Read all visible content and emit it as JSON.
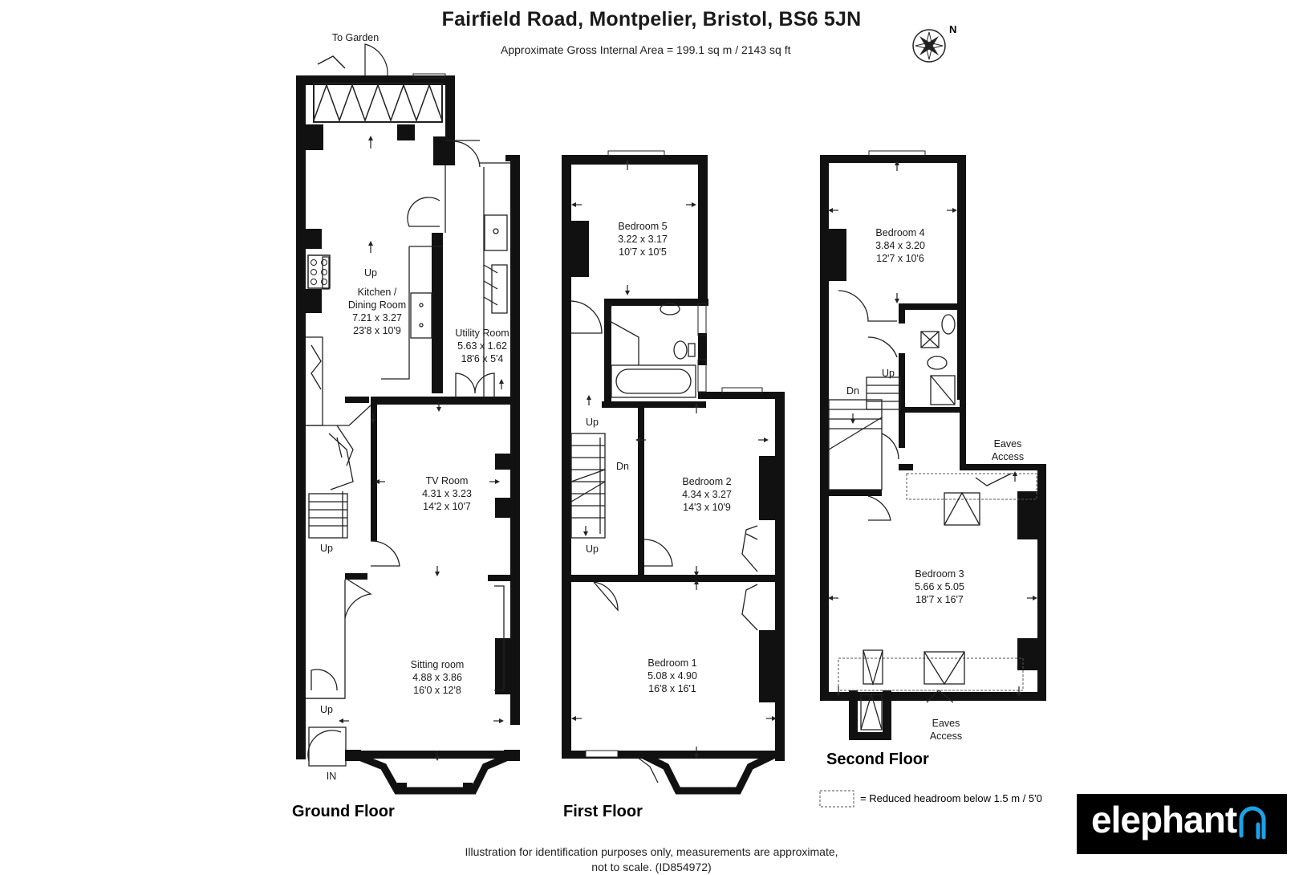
{
  "header": {
    "title": "Fairfield Road, Montpelier, Bristol, BS6 5JN",
    "area": "Approximate Gross Internal Area = 199.1 sq m / 2143 sq ft"
  },
  "compass": {
    "north_label": "N"
  },
  "floors": {
    "ground": "Ground Floor",
    "first": "First Floor",
    "second": "Second Floor"
  },
  "rooms": {
    "kitchen": {
      "name1": "Kitchen /",
      "name2": "Dining Room",
      "metric": "7.21 x 3.27",
      "imperial": "23'8 x 10'9"
    },
    "utility": {
      "name": "Utility Room",
      "metric": "5.63 x 1.62",
      "imperial": "18'6 x 5'4"
    },
    "tv": {
      "name": "TV Room",
      "metric": "4.31 x 3.23",
      "imperial": "14'2 x 10'7"
    },
    "sitting": {
      "name": "Sitting room",
      "metric": "4.88 x 3.86",
      "imperial": "16'0 x 12'8"
    },
    "bedroom5": {
      "name": "Bedroom 5",
      "metric": "3.22 x 3.17",
      "imperial": "10'7 x 10'5"
    },
    "bedroom2": {
      "name": "Bedroom 2",
      "metric": "4.34 x 3.27",
      "imperial": "14'3 x 10'9"
    },
    "bedroom1": {
      "name": "Bedroom 1",
      "metric": "5.08 x 4.90",
      "imperial": "16'8 x 16'1"
    },
    "bedroom4": {
      "name": "Bedroom 4",
      "metric": "3.84 x 3.20",
      "imperial": "12'7 x 10'6"
    },
    "bedroom3": {
      "name": "Bedroom 3",
      "metric": "5.66 x 5.05",
      "imperial": "18'7 x 16'7"
    }
  },
  "labels": {
    "to_garden": "To Garden",
    "up": "Up",
    "dn": "Dn",
    "in": "IN",
    "eaves1": "Eaves",
    "eaves1b": "Access",
    "eaves2": "Eaves",
    "eaves2b": "Access"
  },
  "legend": {
    "text": "=  Reduced headroom below 1.5 m / 5'0"
  },
  "footer": {
    "line1": "Illustration for identification purposes only, measurements are approximate,",
    "line2": "not to scale. (ID854972)"
  },
  "brand": {
    "name": "elephant"
  },
  "colors": {
    "wall": "#111111",
    "logo_bg": "#000000",
    "logo_accent": "#1aa3e8"
  }
}
